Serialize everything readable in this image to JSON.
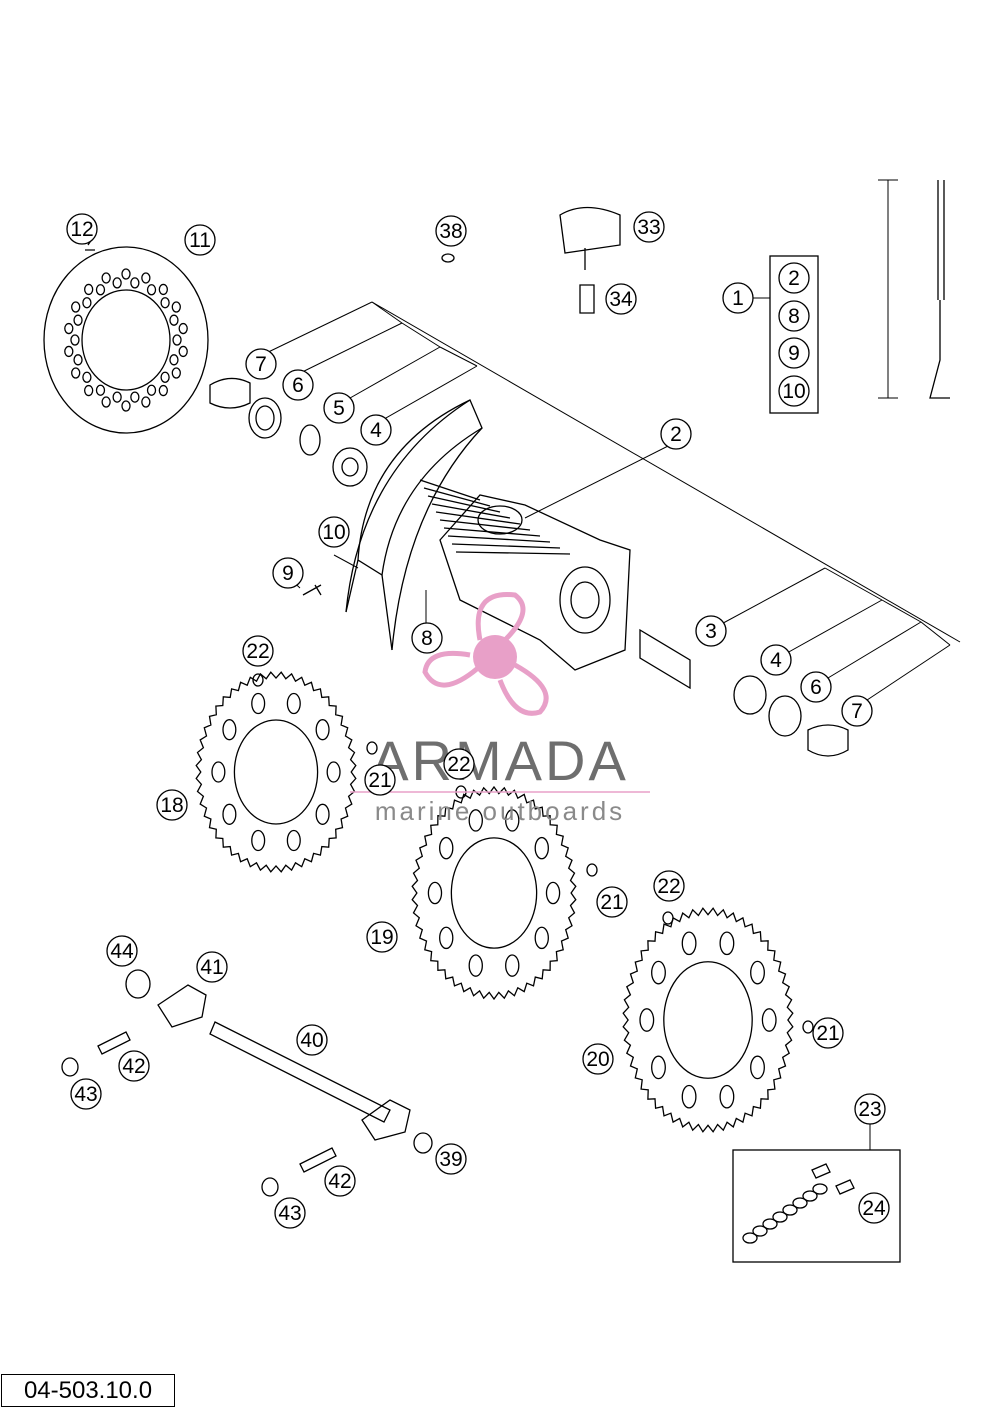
{
  "diagram": {
    "document_code": "04-503.10.0",
    "watermark": {
      "brand": "ARMADA",
      "tagline": "marine outboards",
      "color": "#e8a0c8"
    },
    "callouts": [
      {
        "id": "c12",
        "label": "12"
      },
      {
        "id": "c11",
        "label": "11"
      },
      {
        "id": "c38",
        "label": "38"
      },
      {
        "id": "c33",
        "label": "33"
      },
      {
        "id": "c34",
        "label": "34"
      },
      {
        "id": "c1",
        "label": "1"
      },
      {
        "id": "c1-2",
        "label": "2"
      },
      {
        "id": "c1-8",
        "label": "8"
      },
      {
        "id": "c1-9",
        "label": "9"
      },
      {
        "id": "c1-10",
        "label": "10"
      },
      {
        "id": "c7a",
        "label": "7"
      },
      {
        "id": "c6a",
        "label": "6"
      },
      {
        "id": "c5",
        "label": "5"
      },
      {
        "id": "c4a",
        "label": "4"
      },
      {
        "id": "c2",
        "label": "2"
      },
      {
        "id": "c10",
        "label": "10"
      },
      {
        "id": "c9",
        "label": "9"
      },
      {
        "id": "c8",
        "label": "8"
      },
      {
        "id": "c3",
        "label": "3"
      },
      {
        "id": "c4b",
        "label": "4"
      },
      {
        "id": "c6b",
        "label": "6"
      },
      {
        "id": "c7b",
        "label": "7"
      },
      {
        "id": "c22a",
        "label": "22"
      },
      {
        "id": "c21a",
        "label": "21"
      },
      {
        "id": "c18",
        "label": "18"
      },
      {
        "id": "c22b",
        "label": "22"
      },
      {
        "id": "c21b",
        "label": "21"
      },
      {
        "id": "c19",
        "label": "19"
      },
      {
        "id": "c22c",
        "label": "22"
      },
      {
        "id": "c21c",
        "label": "21"
      },
      {
        "id": "c20",
        "label": "20"
      },
      {
        "id": "c44",
        "label": "44"
      },
      {
        "id": "c41",
        "label": "41"
      },
      {
        "id": "c40",
        "label": "40"
      },
      {
        "id": "c42a",
        "label": "42"
      },
      {
        "id": "c43a",
        "label": "43"
      },
      {
        "id": "c39",
        "label": "39"
      },
      {
        "id": "c42b",
        "label": "42"
      },
      {
        "id": "c43b",
        "label": "43"
      },
      {
        "id": "c23",
        "label": "23"
      },
      {
        "id": "c24",
        "label": "24"
      }
    ]
  }
}
